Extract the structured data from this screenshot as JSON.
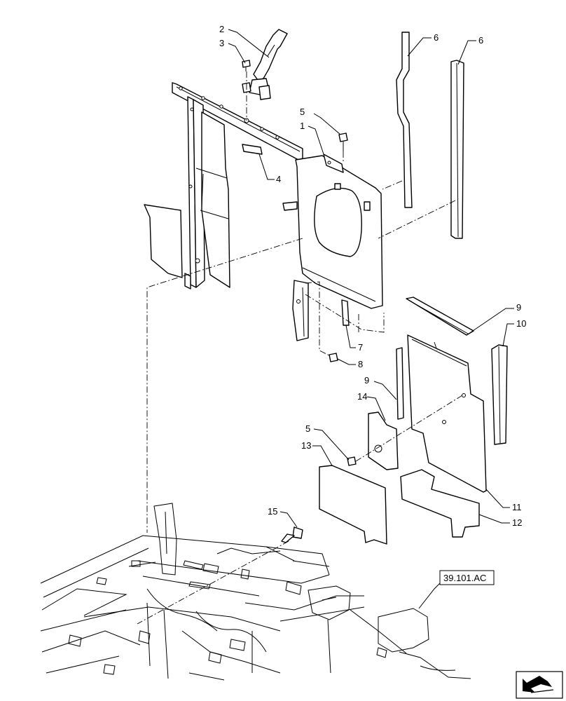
{
  "callouts": {
    "c1": "1",
    "c2": "2",
    "c3": "3",
    "c4": "4",
    "c5a": "5",
    "c5b": "5",
    "c6a": "6",
    "c6b": "6",
    "c7": "7",
    "c8": "8",
    "c9a": "9",
    "c9b": "9",
    "c10": "10",
    "c11": "11",
    "c12": "12",
    "c13": "13",
    "c14": "14",
    "c15": "15"
  },
  "reference": {
    "label": "39.101.AC"
  },
  "icons": {
    "navigation": "arrow-icon"
  },
  "colors": {
    "line": "#000000",
    "background": "#ffffff"
  }
}
